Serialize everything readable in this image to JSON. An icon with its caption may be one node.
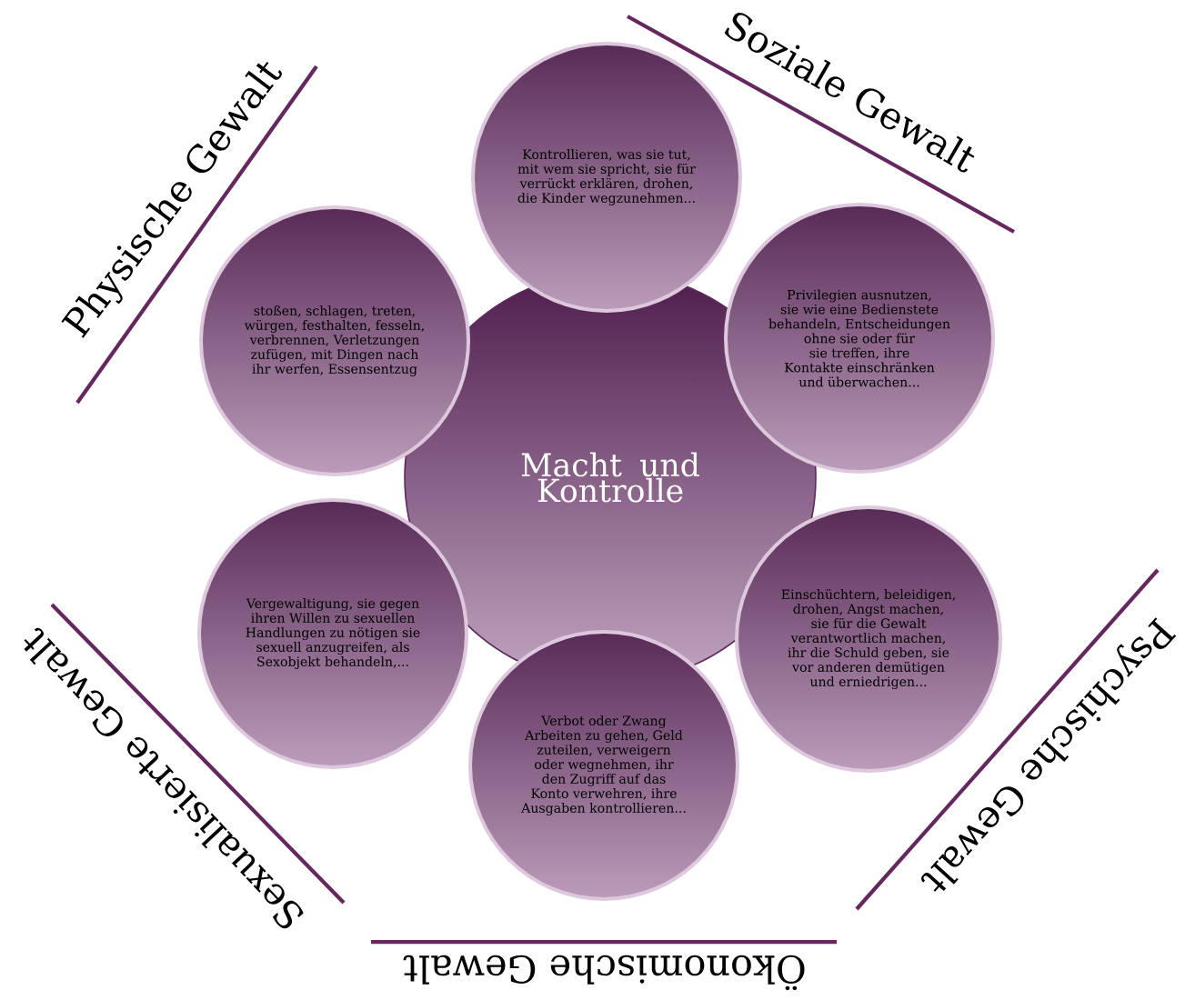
{
  "diagram": {
    "nodes": [
      {
        "text": [
          "Macht und Kontrolle"
        ]
      },
      {
        "text": [
          "Kontrollieren, was sie tut, mit wem sie spricht, sie für verrückt erklären, drohen, die Kinder wegzunehmen..."
        ]
      },
      {
        "text": [
          "stoßen, schlagen, treten, würgen, festhalten, fesseln, verbrennen, Verletzungen zufügen, mit Dingen nach ihr werfen, Essensentzug"
        ]
      },
      {
        "text": [
          "Privilegien ausnutzen, sie wie eine Bedienstete behandeln, Entscheidungen ohne sie oder für sie treffen, ihre Kontakte einschränken und überwachen..."
        ]
      },
      {
        "text": [
          "Vergewaltigung, sie gegen ihren Willen zu sexuellen Handlungen zu nötigen sie sexuell anzugreifen, als Sexobjekt behandeln,..."
        ]
      },
      {
        "text": [
          "Einschüchtern, beleidigen, drohen, Angst machen, sie für die Gewalt verantwortlich machen, ihr die Schuld geben, sie vor anderen demütigen und erniedrigen..."
        ]
      },
      {
        "text": [
          "Verbot oder Zwang Arbeiten zu gehen, Geld zuteilen, verweigern oder wegnehmen, ihr den Zugriff auf das Konto verwehren, ihre Ausgaben kontrollieren..."
        ]
      }
    ],
    "labels": [
      "Soziale Gewalt",
      "Physische Gewalt",
      "Psychische Gewalt",
      "Sexualisierte Gewalt",
      "Ökonomische Gewalt"
    ]
  }
}
